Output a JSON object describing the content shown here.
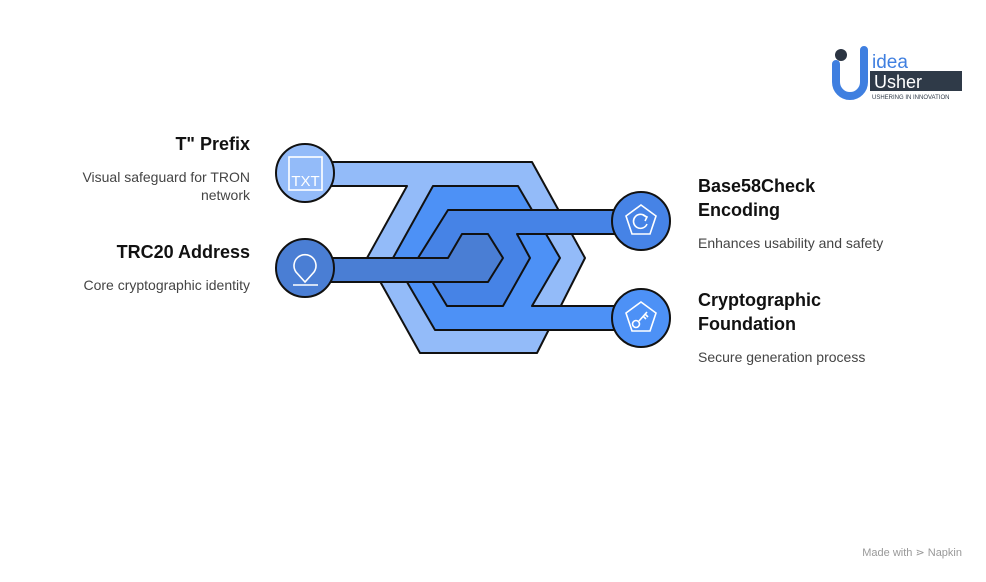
{
  "items": [
    {
      "title": "T\" Prefix",
      "desc": "Visual safeguard for TRON network",
      "icon": "txt-file-icon",
      "icon_text": "TXT",
      "color": "#93BBF9"
    },
    {
      "title": "TRC20 Address",
      "desc": "Core cryptographic identity",
      "icon": "location-pin-icon",
      "color": "#4A7ED4"
    },
    {
      "title": "Base58Check Encoding",
      "desc": "Enhances usability and safety",
      "icon": "refresh-pentagon-icon",
      "color": "#4683E6"
    },
    {
      "title": "Cryptographic Foundation",
      "desc": "Secure generation process",
      "icon": "key-pentagon-icon",
      "color": "#4D91F6"
    }
  ],
  "logo": {
    "line1": "Idea",
    "line2": "Usher",
    "tagline": "USHERING IN INNOVATION"
  },
  "footer": {
    "made_with": "Made with",
    "brand": "Napkin"
  }
}
